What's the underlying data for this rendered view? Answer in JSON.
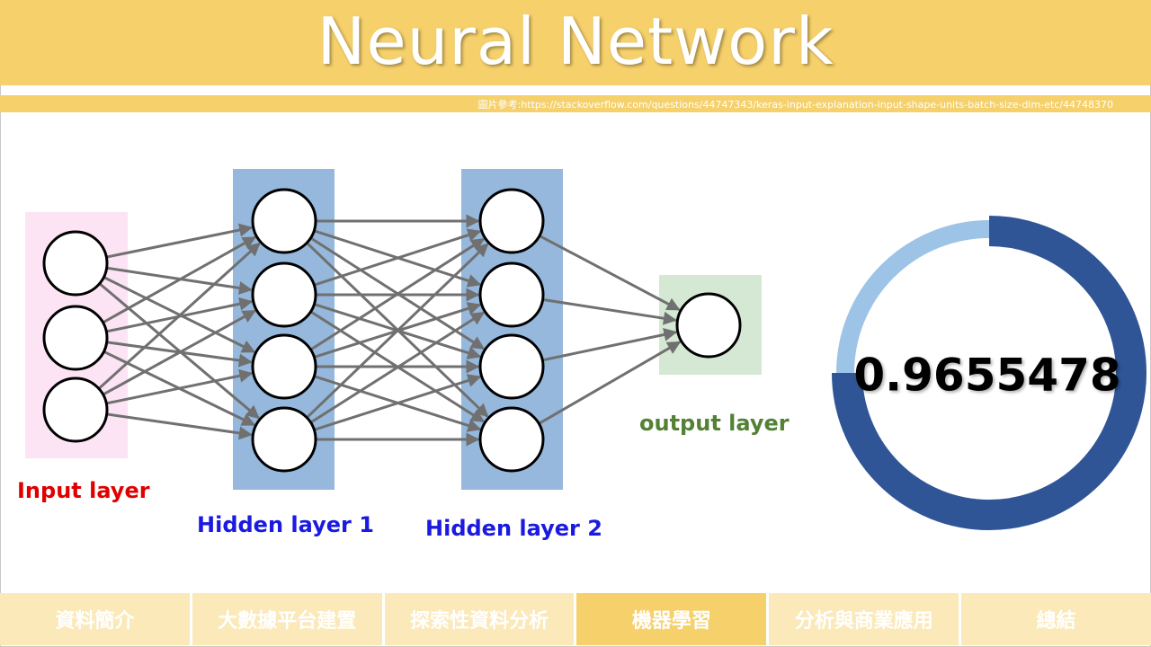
{
  "header": {
    "title": "Neural Network",
    "source": "圖片參考:https://stackoverflow.com/questions/44747343/keras-input-explanation-input-shape-units-batch-size-dim-etc/44748370"
  },
  "diagram": {
    "layers": [
      {
        "label": "Input layer",
        "nodes": 3,
        "label_color": "#e00000",
        "bg_color": "#fce4f5"
      },
      {
        "label": "Hidden layer 1",
        "nodes": 4,
        "label_color": "#1a1ae0",
        "bg_color": "#95b8dc"
      },
      {
        "label": "Hidden layer 2",
        "nodes": 4,
        "label_color": "#1a1ae0",
        "bg_color": "#95b8dc"
      },
      {
        "label": "output layer",
        "nodes": 1,
        "label_color": "#538135",
        "bg_color": "#d5e8d4"
      }
    ],
    "edge_color": "#707070"
  },
  "gauge": {
    "value_text": "0.9655478",
    "value": 0.9655478,
    "track_color": "#9dc3e6",
    "fill_color": "#2f5597"
  },
  "nav": {
    "items": [
      {
        "label": "資料簡介",
        "active": false
      },
      {
        "label": "大數據平台建置",
        "active": false
      },
      {
        "label": "探索性資料分析",
        "active": false
      },
      {
        "label": "機器學習",
        "active": true
      },
      {
        "label": "分析與商業應用",
        "active": false
      },
      {
        "label": "總結",
        "active": false
      }
    ]
  }
}
